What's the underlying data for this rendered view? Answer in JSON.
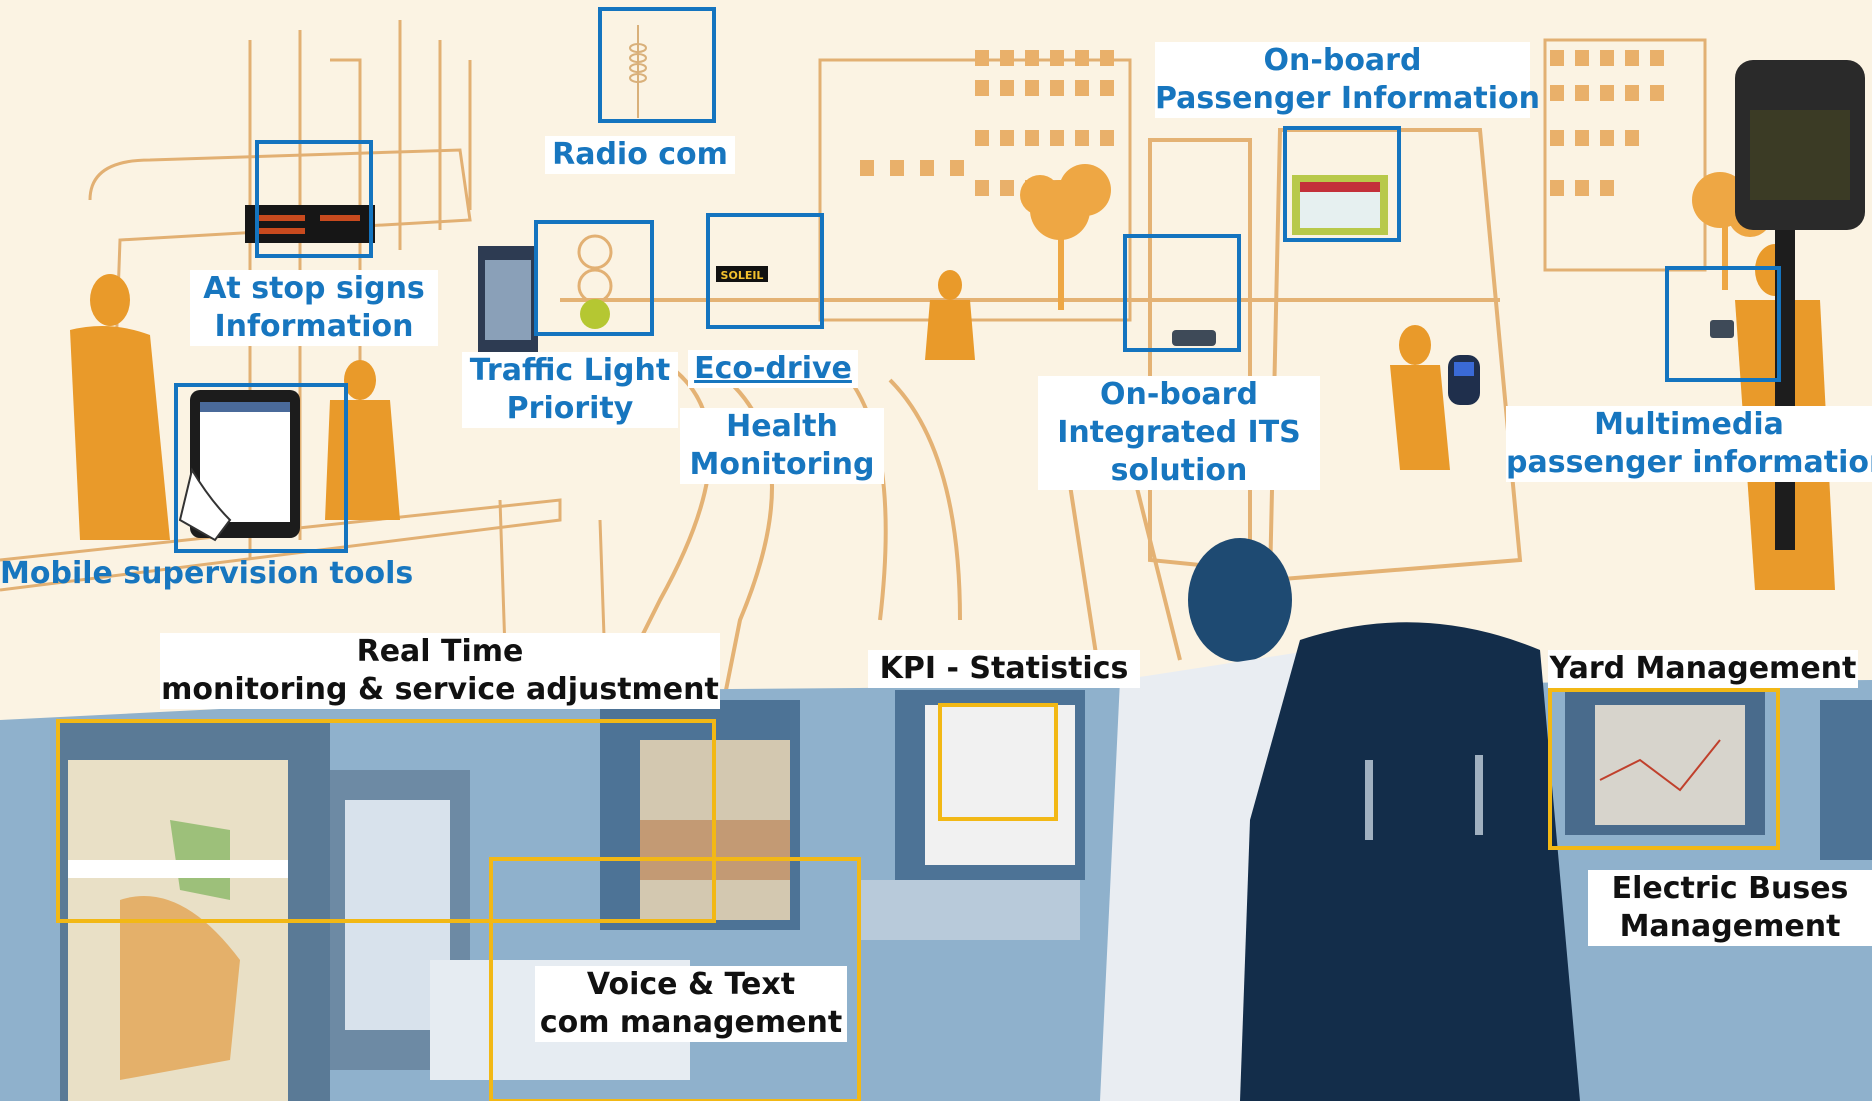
{
  "colors": {
    "background": "#fbf3e3",
    "orange": "#e89a2a",
    "line": "#e4b274",
    "blue_label": "#1776bf",
    "blue_box": "#1474bf",
    "yellow_box": "#f2b815",
    "control_room": "#3d6f98"
  },
  "labels": {
    "radio_com": "Radio com",
    "onboard_pi_1": "On-board",
    "onboard_pi_2": "Passenger Information",
    "stop_signs_1": "At stop signs",
    "stop_signs_2": "Information",
    "traffic_light_1": "Traffic Light",
    "traffic_light_2": "Priority",
    "eco_drive": "Eco-drive",
    "health_1": "Health",
    "health_2": "Monitoring",
    "onboard_its_1": "On-board",
    "onboard_its_2": "Integrated ITS",
    "onboard_its_3": "solution",
    "multimedia_1": "Multimedia",
    "multimedia_2": "passenger information",
    "mobile_tools": "Mobile supervision tools",
    "realtime_1": "Real Time",
    "realtime_2": "monitoring & service adjustment",
    "kpi": "KPI - Statistics",
    "yard": "Yard Management",
    "electric_1": "Electric Buses",
    "electric_2": "Management",
    "voice_1": "Voice & Text",
    "voice_2": "com management"
  },
  "sign_text": {
    "soleil": "SOLEIL"
  }
}
